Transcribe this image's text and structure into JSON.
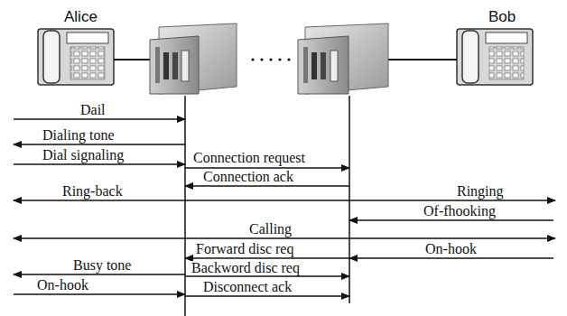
{
  "diagram": {
    "labels": [
      "Alice",
      "Bob",
      "Dail",
      "Dialing tone",
      "Dial signaling",
      "Connection request",
      "Connection ack",
      "Ring-back",
      "Ringing",
      "Of-fhooking",
      "Calling",
      "Forward disc req",
      "On-hook",
      "Busy tone",
      "Backword disc req",
      "On-hook",
      "Disconnect ack"
    ]
  }
}
